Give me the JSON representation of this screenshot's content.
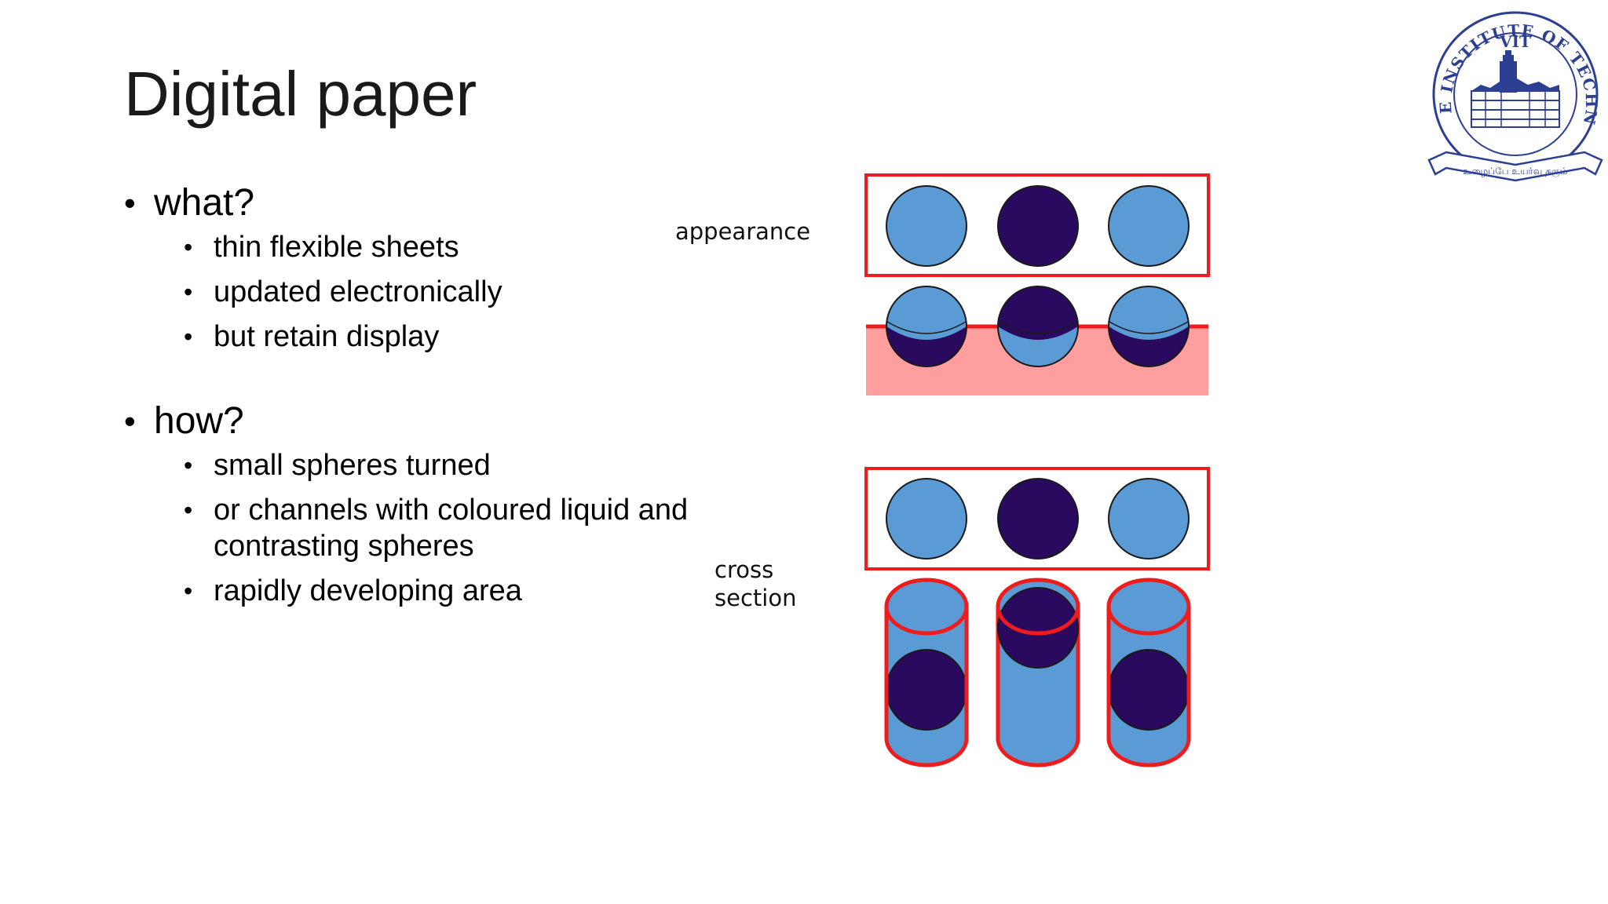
{
  "slide": {
    "title": "Digital paper"
  },
  "bullets": [
    {
      "label": "what?",
      "items": [
        "thin flexible sheets",
        "updated electronically",
        "but retain display"
      ]
    },
    {
      "label": "how?",
      "items": [
        "small spheres turned",
        "or channels with coloured liquid and contrasting spheres",
        "rapidly developing area"
      ]
    }
  ],
  "diagram": {
    "label_appearance": "appearance",
    "label_cross_section": "cross section",
    "colors": {
      "light_sphere": "#5b9bd5",
      "dark_sphere": "#2a0a5e",
      "frame_red": "#ee1c1c",
      "substrate_pink": "#ff9e9e"
    }
  },
  "logo": {
    "arc_text": "VELLORE INSTITUTE OF TECHNOLOGY",
    "center_text": "VIT",
    "motto": "உழைப்பே உயர்வு தரும்"
  }
}
